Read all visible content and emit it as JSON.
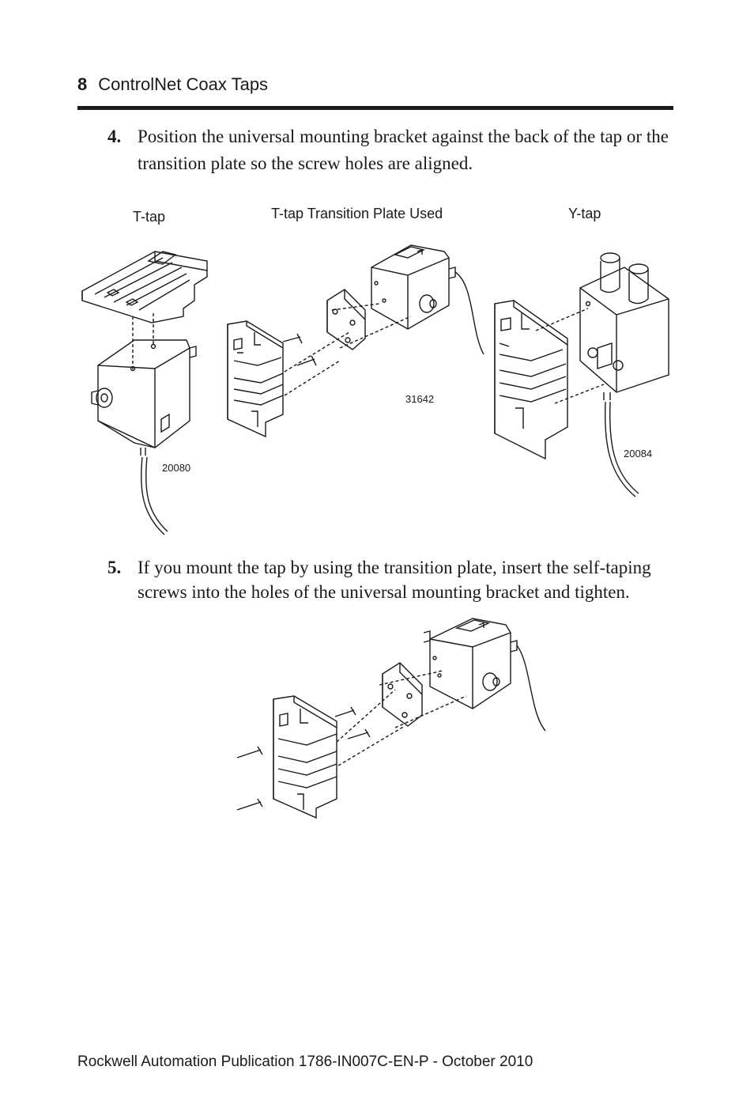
{
  "header": {
    "page_number": "8",
    "title": "ControlNet Coax Taps"
  },
  "steps": [
    {
      "number": "4.",
      "text": "Position the universal mounting bracket against the back of the tap or the transition plate so the screw holes are aligned."
    },
    {
      "number": "5.",
      "text": "If you mount the tap by using the transition plate, insert the self-taping screws into the holes of the universal mounting bracket and tighten."
    }
  ],
  "figure1": {
    "labels": {
      "ttap": "T-tap",
      "transition": "T-tap Transition Plate Used",
      "ytap": "Y-tap"
    },
    "ids": {
      "ttap": "20080",
      "transition": "31642",
      "ytap": "20084"
    }
  },
  "footer": {
    "publication": "Rockwell Automation Publication  1786-IN007C-EN-P - October 2010"
  }
}
